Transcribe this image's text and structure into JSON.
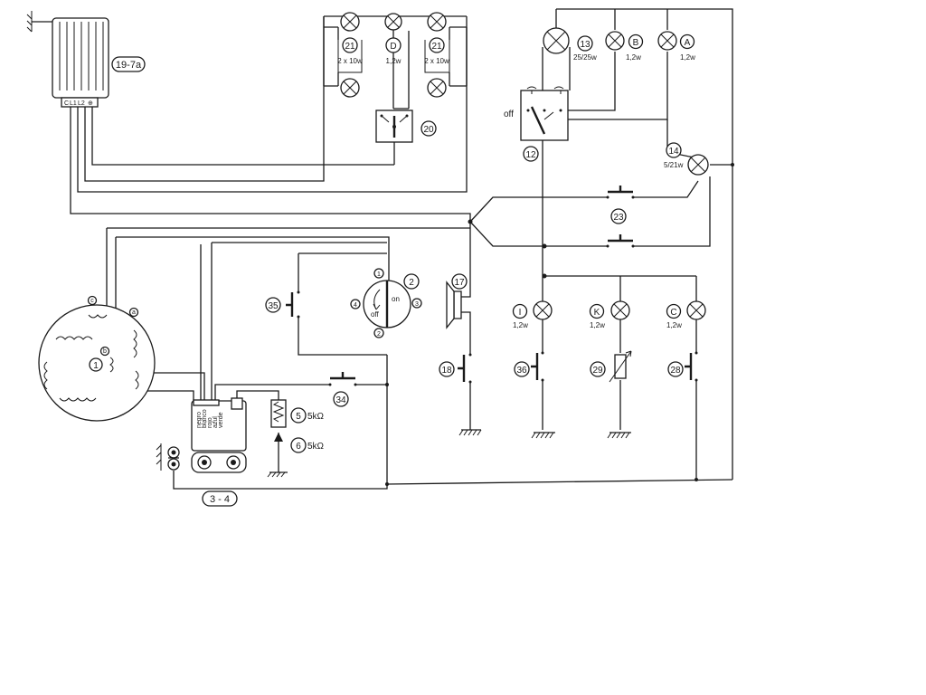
{
  "components": {
    "regulator": {
      "number": "19-7a",
      "terminals": [
        "C",
        "L1",
        "L2",
        "⊕"
      ]
    },
    "generator": {
      "number": "1",
      "coil_labels": [
        "c",
        "a",
        "b"
      ]
    },
    "cdi_unit": {
      "number": "3 - 4",
      "terminals": [
        "negro",
        "blanco",
        "rojo",
        "azul",
        "verde"
      ]
    },
    "resistor_5": {
      "number": "5",
      "value": "5kΩ"
    },
    "resistor_6": {
      "number": "6",
      "value": "5kΩ"
    },
    "button_34": {
      "number": "34"
    },
    "button_35": {
      "number": "35"
    },
    "ignition_switch": {
      "number": "2",
      "on_label": "on",
      "off_label": "off",
      "terminals": [
        "1",
        "2",
        "3",
        "4"
      ]
    },
    "lamps_21_left": {
      "number": "21",
      "rating": "2 x 10w"
    },
    "lamp_d": {
      "number": "D",
      "rating": "1,2w"
    },
    "lamps_21_right": {
      "number": "21",
      "rating": "2 x 10w"
    },
    "switch_20": {
      "number": "20"
    },
    "headlight_13": {
      "number": "13",
      "rating": "25/25w"
    },
    "lamp_b": {
      "number": "B",
      "rating": "1,2w"
    },
    "lamp_a": {
      "number": "A",
      "rating": "1,2w"
    },
    "light_switch_12": {
      "number": "12",
      "off_label": "off"
    },
    "tail_14": {
      "number": "14",
      "rating": "5/21w"
    },
    "buttons_23": {
      "number": "23"
    },
    "horn_17": {
      "number": "17"
    },
    "button_18": {
      "number": "18"
    },
    "lamp_i": {
      "number": "I",
      "rating": "1,2w"
    },
    "lamp_k": {
      "number": "K",
      "rating": "1,2w"
    },
    "lamp_c": {
      "number": "C",
      "rating": "1,2w"
    },
    "switch_36": {
      "number": "36"
    },
    "sensor_29": {
      "number": "29"
    },
    "switch_28": {
      "number": "28"
    }
  },
  "icons": [
    "lamp-icon",
    "switch-icon",
    "ground-icon",
    "resistor-icon",
    "horn-icon",
    "coil-icon",
    "spark-plug-icon"
  ]
}
